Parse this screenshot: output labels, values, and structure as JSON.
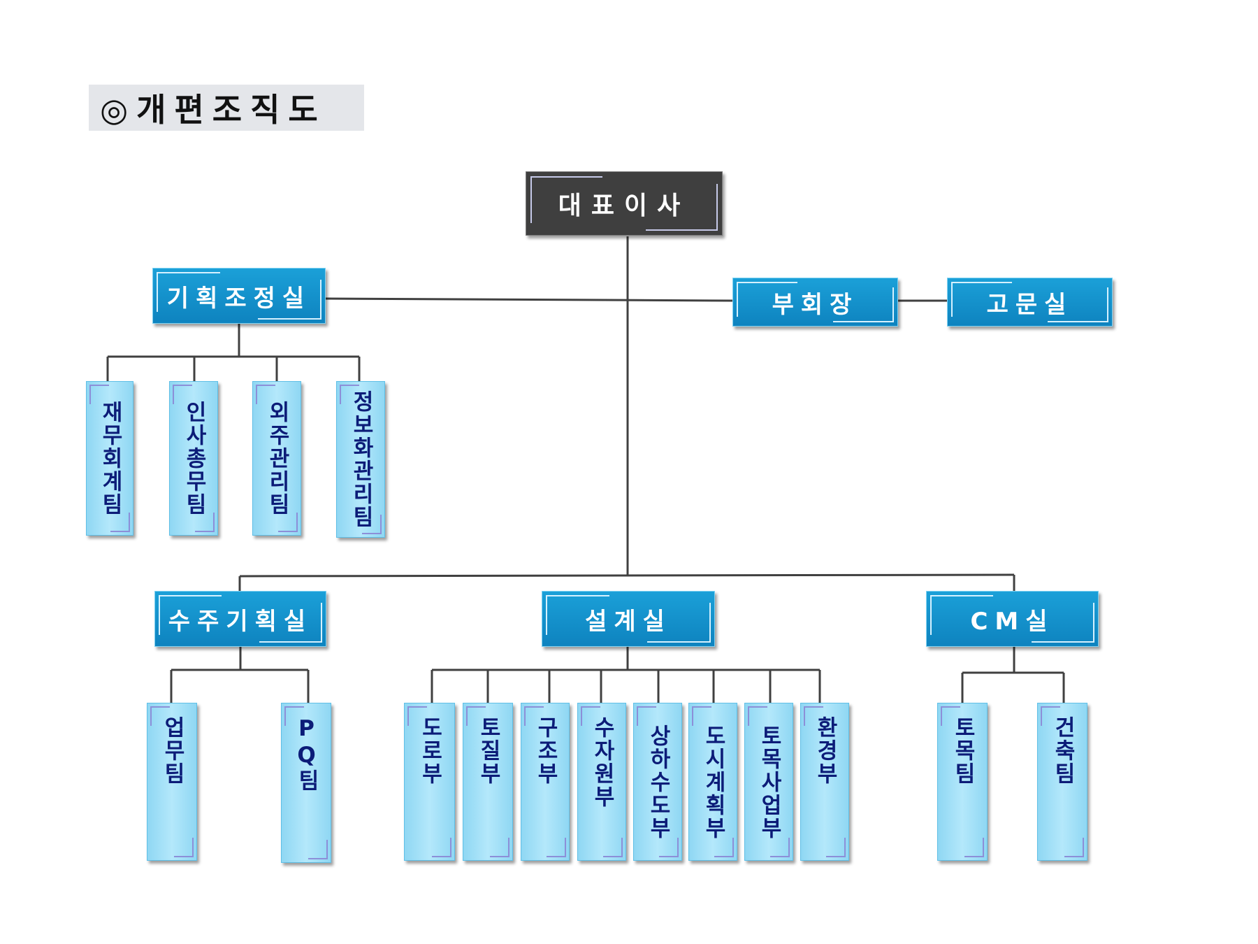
{
  "title": "◎개편조직도",
  "colors": {
    "ceo_fill": "#3f3f3f",
    "department_fill": "#1293cc",
    "team_fill": "#a6e1f7",
    "team_text": "#0c1c78",
    "connector": "#404040"
  },
  "nodes": {
    "ceo": "대표이사",
    "planning_coordination": "기획조정실",
    "vice_chairman": "부회장",
    "advisory": "고문실",
    "finance_accounting_team": "재무회계팀",
    "hr_general_team": "인사총무팀",
    "outsourcing_team": "외주관리팀",
    "information_team": "정보화관리팀",
    "order_planning": "수주기획실",
    "design": "설계실",
    "cm": "CM실",
    "business_team": "업무팀",
    "pq_team": "PQ팀",
    "road_dept": "도로부",
    "soil_dept": "토질부",
    "structure_dept": "구조부",
    "water_resources_dept": "수자원부",
    "water_sewage_dept": "상하수도부",
    "urban_planning_dept": "도시계획부",
    "civil_business_dept": "토목사업부",
    "environment_dept": "환경부",
    "civil_team": "토목팀",
    "architecture_team": "건축팀"
  }
}
